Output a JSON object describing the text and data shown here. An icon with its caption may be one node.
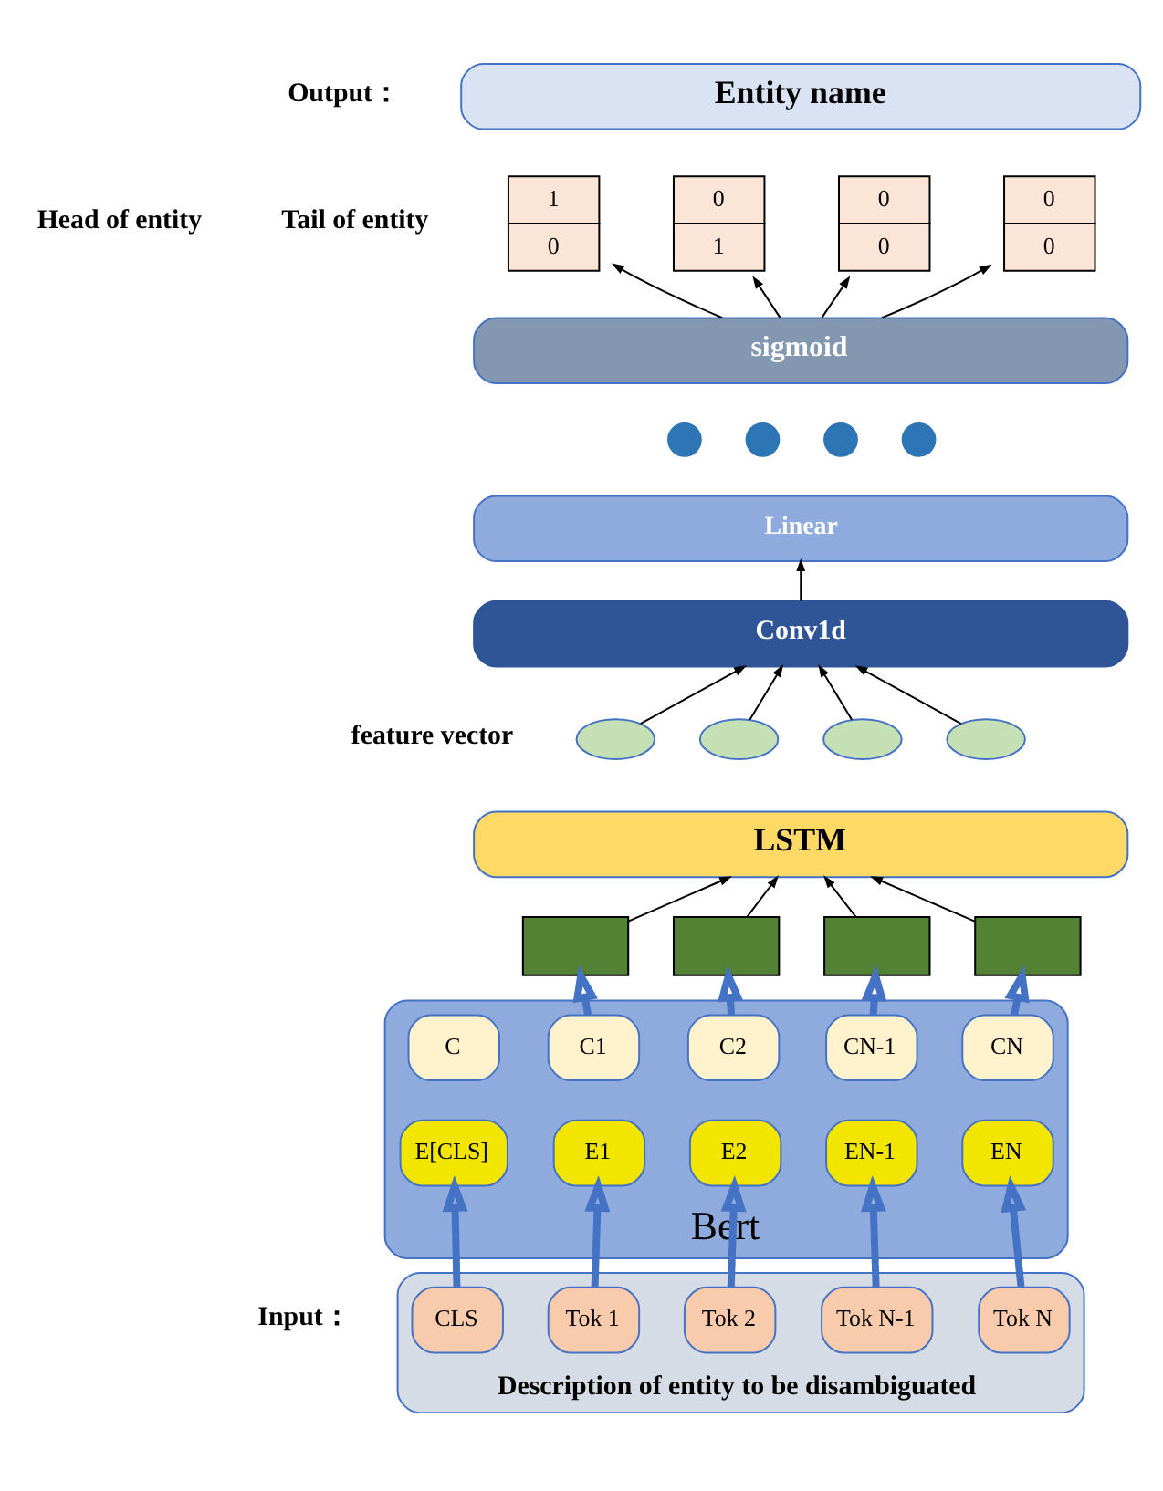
{
  "diagram": {
    "nodes": [
      {
        "text": [
          "Entity name"
        ]
      },
      {
        "text": [
          "1",
          "0"
        ]
      },
      {
        "text": [
          "0",
          "1"
        ]
      },
      {
        "text": [
          "0",
          "0"
        ]
      },
      {
        "text": [
          "0",
          "0"
        ]
      },
      {
        "text": [
          "sigmoid"
        ]
      },
      {
        "text": [],
        "shape": "circle"
      },
      {
        "text": [],
        "shape": "circle"
      },
      {
        "text": [],
        "shape": "circle"
      },
      {
        "text": [],
        "shape": "circle"
      },
      {
        "text": [
          "Linear"
        ]
      },
      {
        "text": [
          "Conv1d"
        ]
      },
      {
        "text": [],
        "shape": "ellipse"
      },
      {
        "text": [],
        "shape": "ellipse"
      },
      {
        "text": [],
        "shape": "ellipse"
      },
      {
        "text": [],
        "shape": "ellipse"
      },
      {
        "text": [
          "LSTM"
        ]
      },
      {
        "text": [],
        "shape": "box"
      },
      {
        "text": [],
        "shape": "box"
      },
      {
        "text": [],
        "shape": "box"
      },
      {
        "text": [],
        "shape": "box"
      },
      {
        "text": [
          "Bert"
        ]
      },
      {
        "text": [
          "C"
        ],
        "in": 21
      },
      {
        "text": [
          "C1"
        ],
        "in": 21
      },
      {
        "text": [
          "C2"
        ],
        "in": 21
      },
      {
        "text": [
          "CN-1"
        ],
        "in": 21
      },
      {
        "text": [
          "CN"
        ],
        "in": 21
      },
      {
        "text": [
          "E[CLS]"
        ],
        "in": 21
      },
      {
        "text": [
          "E1"
        ],
        "in": 21
      },
      {
        "text": [
          "E2"
        ],
        "in": 21
      },
      {
        "text": [
          "EN-1"
        ],
        "in": 21
      },
      {
        "text": [
          "EN"
        ],
        "in": 21
      },
      {
        "text": [
          "Description of entity to be disambiguated"
        ]
      },
      {
        "text": [
          "CLS"
        ],
        "in": 32
      },
      {
        "text": [
          "Tok 1"
        ],
        "in": 32
      },
      {
        "text": [
          "Tok 2"
        ],
        "in": 32
      },
      {
        "text": [
          "Tok N-1"
        ],
        "in": 32
      },
      {
        "text": [
          "Tok N"
        ],
        "in": 32
      }
    ],
    "edges": [
      {
        "from": 5,
        "to": 1,
        "arrow": "to"
      },
      {
        "from": 5,
        "to": 2,
        "arrow": "to"
      },
      {
        "from": 5,
        "to": 3,
        "arrow": "to"
      },
      {
        "from": 5,
        "to": 4,
        "arrow": "to"
      },
      {
        "from": 11,
        "to": 10,
        "arrow": "to"
      },
      {
        "from": 12,
        "to": 11,
        "arrow": "to"
      },
      {
        "from": 13,
        "to": 11,
        "arrow": "to"
      },
      {
        "from": 14,
        "to": 11,
        "arrow": "to"
      },
      {
        "from": 15,
        "to": 11,
        "arrow": "to"
      },
      {
        "from": 17,
        "to": 16,
        "arrow": "to"
      },
      {
        "from": 18,
        "to": 16,
        "arrow": "to"
      },
      {
        "from": 19,
        "to": 16,
        "arrow": "to"
      },
      {
        "from": 20,
        "to": 16,
        "arrow": "to"
      },
      {
        "from": 23,
        "to": 17,
        "arrow": "to",
        "style": "thick",
        "color": "#4472c4"
      },
      {
        "from": 24,
        "to": 18,
        "arrow": "to",
        "style": "thick",
        "color": "#4472c4"
      },
      {
        "from": 25,
        "to": 19,
        "arrow": "to",
        "style": "thick",
        "color": "#4472c4"
      },
      {
        "from": 26,
        "to": 20,
        "arrow": "to",
        "style": "thick",
        "color": "#4472c4"
      },
      {
        "from": 33,
        "to": 27,
        "arrow": "to",
        "style": "thick",
        "color": "#4472c4"
      },
      {
        "from": 34,
        "to": 28,
        "arrow": "to",
        "style": "thick",
        "color": "#4472c4"
      },
      {
        "from": 35,
        "to": 29,
        "arrow": "to",
        "style": "thick",
        "color": "#4472c4"
      },
      {
        "from": 36,
        "to": 30,
        "arrow": "to",
        "style": "thick",
        "color": "#4472c4"
      },
      {
        "from": 37,
        "to": 31,
        "arrow": "to",
        "style": "thick",
        "color": "#4472c4"
      }
    ],
    "labels": [
      "Output：",
      "Head of entity",
      "Tail of entity",
      "feature vector",
      "Input："
    ]
  }
}
